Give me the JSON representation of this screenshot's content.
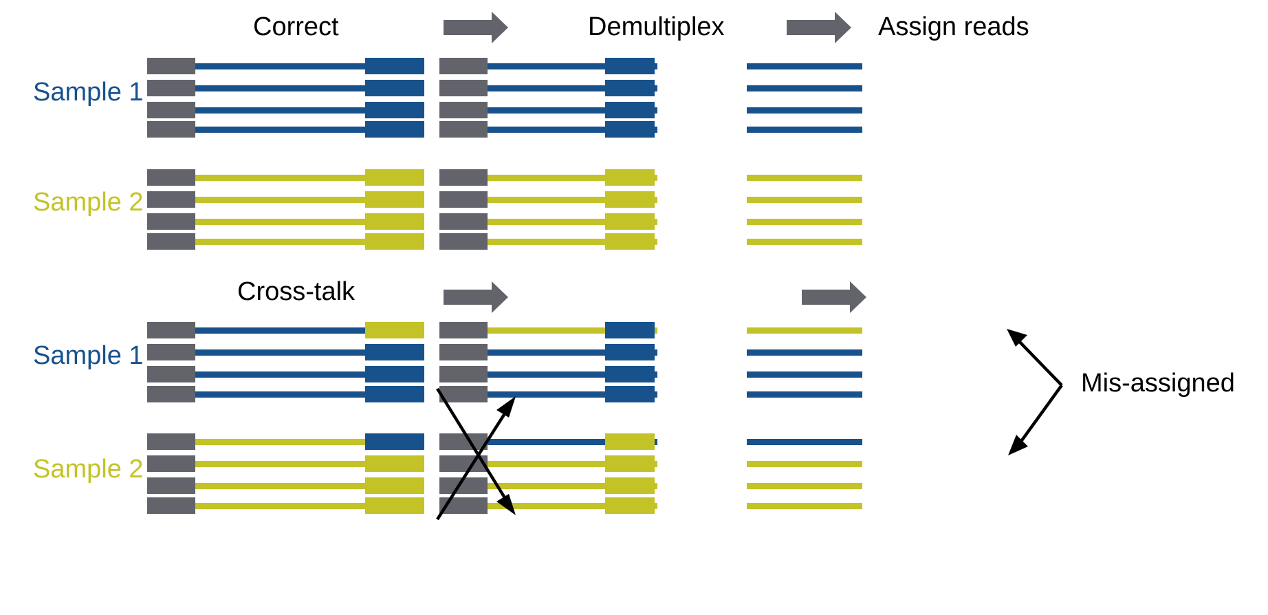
{
  "figure": {
    "title_row_top": [
      "Correct",
      "Demultiplex",
      "Assign reads"
    ],
    "title_row_bottom": [
      "Cross-talk"
    ],
    "annotation": "Mis-assigned"
  },
  "headers": {
    "correct": "Correct",
    "demultiplex": "Demultiplex",
    "assign_reads": "Assign reads",
    "crosstalk": "Cross-talk"
  },
  "labels": {
    "sample1_top": "Sample 1",
    "sample2_top": "Sample 2",
    "sample1_bottom": "Sample 1",
    "sample2_bottom": "Sample 2",
    "misassigned": "Mis-assigned"
  },
  "colors": {
    "adapter_gray": "#63636b",
    "sample1_blue": "#17528c",
    "sample2_yellow": "#c3c327",
    "arrow_gray": "#63636b",
    "black": "#000000",
    "background": "#ffffff"
  },
  "icons": {
    "arrow_right_1": "right-arrow-icon",
    "arrow_right_2": "right-arrow-icon",
    "arrow_right_3": "right-arrow-icon",
    "arrow_right_4": "right-arrow-icon",
    "cross_arrow_down": "crossing-arrow-down-icon",
    "cross_arrow_up": "crossing-arrow-up-icon",
    "bracket_arrow": "double-headed-bracket-arrow-icon"
  },
  "panels": {
    "top_correct": {
      "name": "Correct",
      "sample1": {
        "label": "Sample 1",
        "reads": [
          {
            "adapter": "gray",
            "insert": "blue",
            "index": "blue"
          },
          {
            "adapter": "gray",
            "insert": "blue",
            "index": "blue"
          },
          {
            "adapter": "gray",
            "insert": "blue",
            "index": "blue"
          },
          {
            "adapter": "gray",
            "insert": "blue",
            "index": "blue"
          }
        ]
      },
      "sample2": {
        "label": "Sample 2",
        "reads": [
          {
            "adapter": "gray",
            "insert": "yellow",
            "index": "yellow"
          },
          {
            "adapter": "gray",
            "insert": "yellow",
            "index": "yellow"
          },
          {
            "adapter": "gray",
            "insert": "yellow",
            "index": "yellow"
          },
          {
            "adapter": "gray",
            "insert": "yellow",
            "index": "yellow"
          }
        ]
      }
    },
    "top_demultiplex": {
      "name": "Demultiplex",
      "sample1": {
        "reads": [
          {
            "adapter": "gray",
            "insert": "blue",
            "index": "blue"
          },
          {
            "adapter": "gray",
            "insert": "blue",
            "index": "blue"
          },
          {
            "adapter": "gray",
            "insert": "blue",
            "index": "blue"
          },
          {
            "adapter": "gray",
            "insert": "blue",
            "index": "blue"
          }
        ]
      },
      "sample2": {
        "reads": [
          {
            "adapter": "gray",
            "insert": "yellow",
            "index": "yellow"
          },
          {
            "adapter": "gray",
            "insert": "yellow",
            "index": "yellow"
          },
          {
            "adapter": "gray",
            "insert": "yellow",
            "index": "yellow"
          },
          {
            "adapter": "gray",
            "insert": "yellow",
            "index": "yellow"
          }
        ]
      }
    },
    "top_assign": {
      "name": "Assign reads",
      "sample1": {
        "reads": [
          "blue",
          "blue",
          "blue",
          "blue"
        ]
      },
      "sample2": {
        "reads": [
          "yellow",
          "yellow",
          "yellow",
          "yellow"
        ]
      }
    },
    "bottom_crosstalk": {
      "name": "Cross-talk",
      "sample1": {
        "label": "Sample 1",
        "reads": [
          {
            "adapter": "gray",
            "insert": "blue",
            "index": "yellow"
          },
          {
            "adapter": "gray",
            "insert": "blue",
            "index": "blue"
          },
          {
            "adapter": "gray",
            "insert": "blue",
            "index": "blue"
          },
          {
            "adapter": "gray",
            "insert": "blue",
            "index": "blue"
          }
        ]
      },
      "sample2": {
        "label": "Sample 2",
        "reads": [
          {
            "adapter": "gray",
            "insert": "yellow",
            "index": "blue"
          },
          {
            "adapter": "gray",
            "insert": "yellow",
            "index": "yellow"
          },
          {
            "adapter": "gray",
            "insert": "yellow",
            "index": "yellow"
          },
          {
            "adapter": "gray",
            "insert": "yellow",
            "index": "yellow"
          }
        ]
      }
    },
    "bottom_demultiplex": {
      "sample1": {
        "reads": [
          {
            "adapter": "gray",
            "insert": "yellow",
            "index": "blue"
          },
          {
            "adapter": "gray",
            "insert": "blue",
            "index": "blue"
          },
          {
            "adapter": "gray",
            "insert": "blue",
            "index": "blue"
          },
          {
            "adapter": "gray",
            "insert": "blue",
            "index": "blue"
          }
        ]
      },
      "sample2": {
        "reads": [
          {
            "adapter": "gray",
            "insert": "blue",
            "index": "yellow"
          },
          {
            "adapter": "gray",
            "insert": "yellow",
            "index": "yellow"
          },
          {
            "adapter": "gray",
            "insert": "yellow",
            "index": "yellow"
          },
          {
            "adapter": "gray",
            "insert": "yellow",
            "index": "yellow"
          }
        ]
      }
    },
    "bottom_assign": {
      "sample1": {
        "reads": [
          "yellow",
          "blue",
          "blue",
          "blue"
        ]
      },
      "sample2": {
        "reads": [
          "blue",
          "yellow",
          "yellow",
          "yellow"
        ]
      }
    }
  }
}
